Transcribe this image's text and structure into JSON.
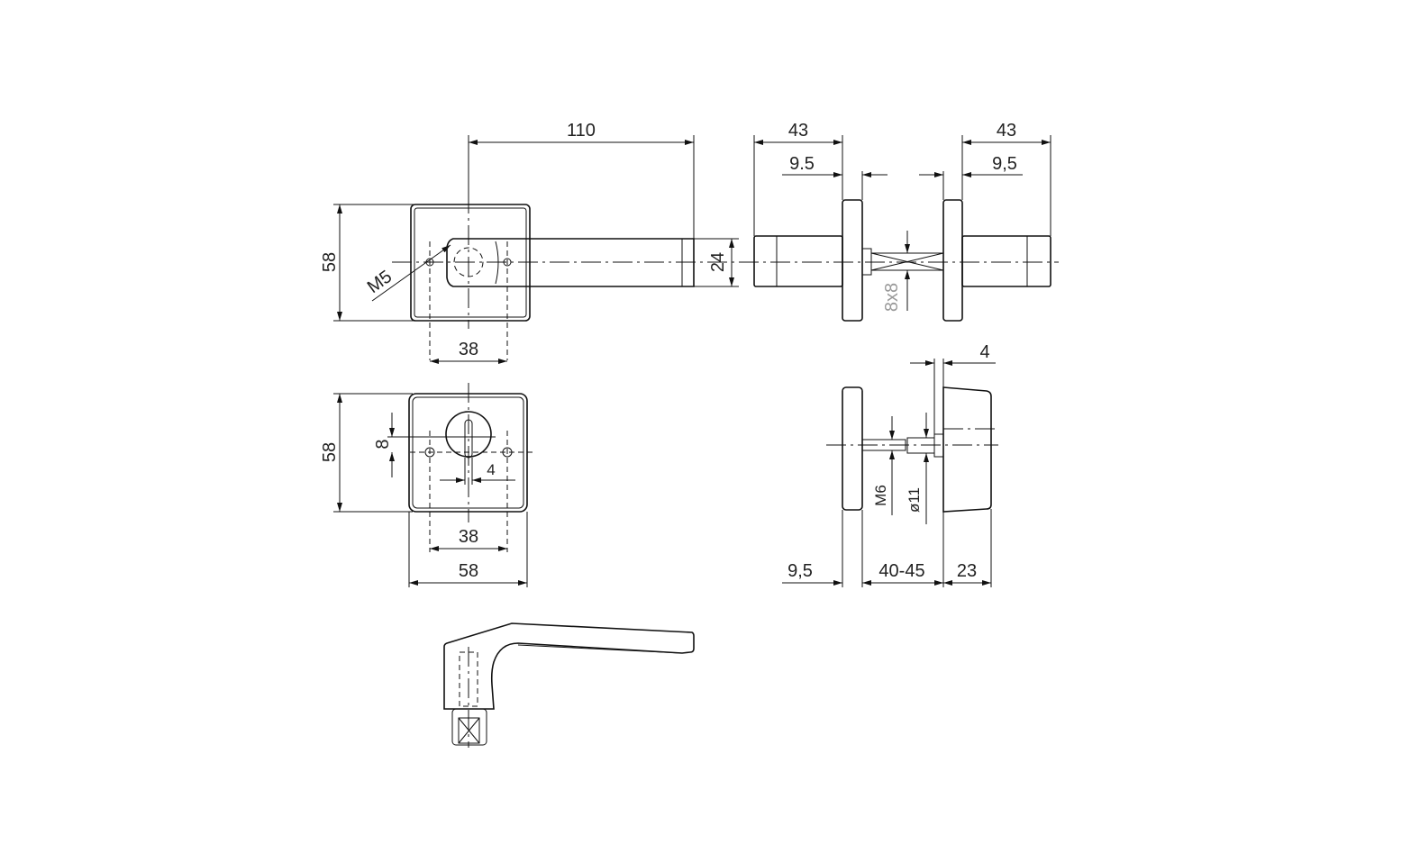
{
  "drawing": {
    "top_view": {
      "dim_length": "110",
      "dim_rose_height": "58",
      "dim_screw_spacing": "38",
      "dim_lever_width": "24",
      "dim_thread": "M5"
    },
    "side_view": {
      "dim_left_length": "43",
      "dim_left_rose": "9.5",
      "dim_right_length": "43",
      "dim_right_rose": "9,5",
      "dim_spindle": "8x8"
    },
    "escutcheon_view": {
      "dim_height": "58",
      "dim_key_offset": "8",
      "dim_slot_width": "4",
      "dim_screw_spacing": "38",
      "dim_width": "58"
    },
    "section_view": {
      "dim_plate": "4",
      "dim_thread": "M6",
      "dim_diameter": "ø11",
      "dim_rose": "9,5",
      "dim_door": "40-45",
      "dim_body": "23"
    },
    "colors": {
      "line": "#111111",
      "text": "#222222",
      "muted_text": "#999999"
    }
  }
}
